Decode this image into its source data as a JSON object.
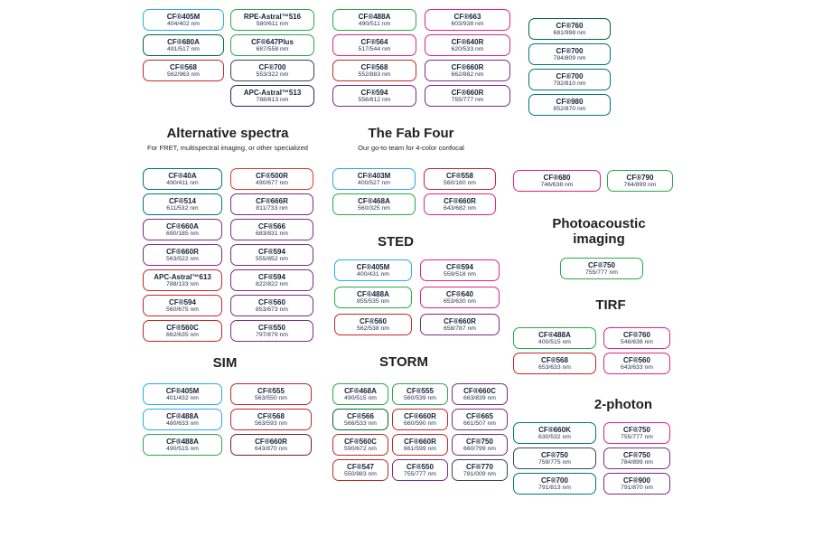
{
  "headings": {
    "alt_spectra": {
      "title": "Alternative spectra",
      "subtitle": "For FRET, multispectral imaging, or other specialized"
    },
    "fab_four": {
      "title": "The Fab Four",
      "subtitle": "Our go-to team for 4-color confocal"
    },
    "sted": {
      "title": "STED"
    },
    "photoacoustic": {
      "title": "Photoacoustic imaging"
    },
    "tirf": {
      "title": "TIRF"
    },
    "sim": {
      "title": "SIM"
    },
    "storm": {
      "title": "STORM"
    },
    "two_photon": {
      "title": "2-photon"
    }
  },
  "groups": {
    "top_a": [
      {
        "name": "CF®405M",
        "nm": "404/402 nm",
        "color": "#29ABE2"
      },
      {
        "name": "CF®680A",
        "nm": "491/517 nm",
        "color": "#006838"
      },
      {
        "name": "CF®568",
        "nm": "562/963 nm",
        "color": "#C1272D"
      }
    ],
    "top_b": [
      {
        "name": "RPE-Astral™516",
        "nm": "580/611 nm",
        "color": "#2BA84A"
      },
      {
        "name": "CF®647Plus",
        "nm": "687/558 nm",
        "color": "#2BA84A"
      },
      {
        "name": "CF®700",
        "nm": "553/322 nm",
        "color": "#37474F"
      },
      {
        "name": "APC-Astral™513",
        "nm": "788/613 nm",
        "color": "#1B2A6B"
      }
    ],
    "top_c": [
      {
        "name": "CF®488A",
        "nm": "490/511 nm",
        "color": "#2BA84A"
      },
      {
        "name": "CF®564",
        "nm": "517/544 nm",
        "color": "#E0218A"
      },
      {
        "name": "CF®568",
        "nm": "552/883 nm",
        "color": "#C1272D"
      },
      {
        "name": "CF®594",
        "nm": "556/812 nm",
        "color": "#7C2B83"
      }
    ],
    "top_d": [
      {
        "name": "CF®663",
        "nm": "603/938 nm",
        "color": "#E0218A"
      },
      {
        "name": "CF®640R",
        "nm": "620/533 nm",
        "color": "#E0218A"
      },
      {
        "name": "CF®660R",
        "nm": "662/882 nm",
        "color": "#7C2B83"
      },
      {
        "name": "CF®660R",
        "nm": "755/777 nm",
        "color": "#7C2B83"
      }
    ],
    "top_e": [
      {
        "name": "CF®760",
        "nm": "681/998 nm",
        "color": "#006838"
      },
      {
        "name": "CF®700",
        "nm": "784/809 nm",
        "color": "#00767B"
      },
      {
        "name": "CF®700",
        "nm": "792/810 nm",
        "color": "#00767B"
      },
      {
        "name": "CF®980",
        "nm": "852/870 nm",
        "color": "#00767B"
      }
    ],
    "alt": [
      {
        "name": "CF®40A",
        "nm": "490/411 nm",
        "color": "#00767B"
      },
      {
        "name": "CF®500R",
        "nm": "490/677 nm",
        "color": "#D93A26"
      },
      {
        "name": "CF®514",
        "nm": "611/532 nm",
        "color": "#00767B"
      },
      {
        "name": "CF®666R",
        "nm": "811/733 nm",
        "color": "#7C2B83"
      },
      {
        "name": "CF®660A",
        "nm": "690/185 nm",
        "color": "#7C2B83"
      },
      {
        "name": "CF®566",
        "nm": "683/831 nm",
        "color": "#7C2B83"
      },
      {
        "name": "CF®660R",
        "nm": "563/522 nm",
        "color": "#7C2B83"
      },
      {
        "name": "CF®594",
        "nm": "555/852 nm",
        "color": "#7C2B83"
      },
      {
        "name": "APC-Astral™613",
        "nm": "788/133 nm",
        "color": "#C1272D"
      },
      {
        "name": "CF®594",
        "nm": "822/822 nm",
        "color": "#7C2B83"
      },
      {
        "name": "CF®594",
        "nm": "560/675 nm",
        "color": "#C1272D"
      },
      {
        "name": "CF®560",
        "nm": "853/673 nm",
        "color": "#7C2B83"
      },
      {
        "name": "CF®560C",
        "nm": "662/635 nm",
        "color": "#C1272D"
      },
      {
        "name": "CF®550",
        "nm": "797/879 nm",
        "color": "#7C2B83"
      }
    ],
    "fab": [
      {
        "name": "CF®403M",
        "nm": "400/527 nm",
        "color": "#29ABE2"
      },
      {
        "name": "CF®558",
        "nm": "560/160 nm",
        "color": "#C1272D"
      },
      {
        "name": "CF®468A",
        "nm": "560/325 nm",
        "color": "#2BA84A"
      },
      {
        "name": "CF®660R",
        "nm": "643/682 nm",
        "color": "#E0218A"
      }
    ],
    "pair": [
      {
        "name": "CF®680",
        "nm": "746/638 nm",
        "color": "#E0218A"
      },
      {
        "name": "CF®790",
        "nm": "764/899 nm",
        "color": "#2BA84A"
      }
    ],
    "sted": [
      {
        "name": "CF®405M",
        "nm": "400/431 nm",
        "color": "#29ABE2"
      },
      {
        "name": "CF®594",
        "nm": "559/518 nm",
        "color": "#E0218A"
      },
      {
        "name": "CF®488A",
        "nm": "855/535 nm",
        "color": "#2BA84A"
      },
      {
        "name": "CF®640",
        "nm": "653/630 nm",
        "color": "#E0218A"
      },
      {
        "name": "CF®560",
        "nm": "562/538 nm",
        "color": "#C1272D"
      },
      {
        "name": "CF®660R",
        "nm": "658/787 nm",
        "color": "#7C2B83"
      }
    ],
    "pa": [
      {
        "name": "CF®750",
        "nm": "755/777 nm",
        "color": "#2BA84A"
      }
    ],
    "tirf": [
      {
        "name": "CF®488A",
        "nm": "400/515 nm",
        "color": "#2BA84A"
      },
      {
        "name": "CF®760",
        "nm": "546/638 nm",
        "color": "#E0218A"
      },
      {
        "name": "CF®568",
        "nm": "653/633 nm",
        "color": "#C1272D"
      },
      {
        "name": "CF®560",
        "nm": "643/633 nm",
        "color": "#E0218A"
      }
    ],
    "sim": [
      {
        "name": "CF®405M",
        "nm": "401/432 nm",
        "color": "#29ABE2"
      },
      {
        "name": "CF®555",
        "nm": "563/550 nm",
        "color": "#C1272D"
      },
      {
        "name": "CF®488A",
        "nm": "480/633 nm",
        "color": "#29ABE2"
      },
      {
        "name": "CF®568",
        "nm": "563/593 nm",
        "color": "#C1272D"
      },
      {
        "name": "CF®488A",
        "nm": "490/515 nm",
        "color": "#2BA84A"
      },
      {
        "name": "CF®660R",
        "nm": "643/870 nm",
        "color": "#7A1F1F"
      }
    ],
    "storm": [
      {
        "name": "CF®468A",
        "nm": "490/515 nm",
        "color": "#2BA84A"
      },
      {
        "name": "CF®555",
        "nm": "560/539 nm",
        "color": "#2BA84A"
      },
      {
        "name": "CF®660C",
        "nm": "663/839 nm",
        "color": "#7C2B83"
      },
      {
        "name": "CF®566",
        "nm": "566/533 nm",
        "color": "#006838"
      },
      {
        "name": "CF®660R",
        "nm": "660/590 nm",
        "color": "#C1272D"
      },
      {
        "name": "CF®665",
        "nm": "661/507 nm",
        "color": "#7C2B83"
      },
      {
        "name": "CF®560C",
        "nm": "590/672 nm",
        "color": "#C1272D"
      },
      {
        "name": "CF®660R",
        "nm": "661/599 nm",
        "color": "#C1272D"
      },
      {
        "name": "CF®750",
        "nm": "660/799 nm",
        "color": "#7C2B83"
      },
      {
        "name": "CF®547",
        "nm": "550/983 nm",
        "color": "#C1272D"
      },
      {
        "name": "CF®550",
        "nm": "755/777 nm",
        "color": "#7C2B83"
      },
      {
        "name": "CF®770",
        "nm": "781/009 nm",
        "color": "#37474F"
      }
    ],
    "two_photon": [
      {
        "name": "CF®660K",
        "nm": "630/532 nm",
        "color": "#00767B"
      },
      {
        "name": "CF®750",
        "nm": "755/777 nm",
        "color": "#E0218A"
      },
      {
        "name": "CF®750",
        "nm": "759/775 nm",
        "color": "#37474F"
      },
      {
        "name": "CF®750",
        "nm": "784/899 nm",
        "color": "#7C2B83"
      },
      {
        "name": "CF®700",
        "nm": "791/813 nm",
        "color": "#00767B"
      },
      {
        "name": "CF®900",
        "nm": "791/870 nm",
        "color": "#7C2B83"
      }
    ]
  }
}
